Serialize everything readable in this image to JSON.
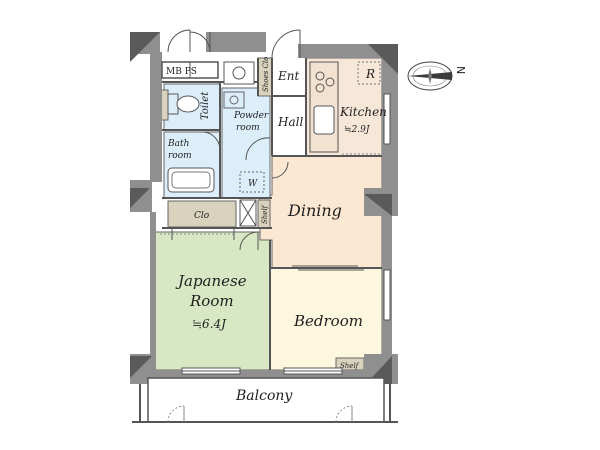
{
  "rooms": {
    "mb_ps": "MB PS",
    "ent": "Ent",
    "shoes_clo": "Shoes Clo",
    "kitchen": "Kitchen",
    "kitchen_area": "≒2.9J",
    "kitchen_r": "R",
    "toilet": "Toilet",
    "powder_room_1": "Powder",
    "powder_room_2": "room",
    "hall": "Hall",
    "bath_room_1": "Bath",
    "bath_room_2": "room",
    "w": "W",
    "dining": "Dining",
    "clo": "Clo",
    "shelf_upper": "Shelf",
    "japanese_room_1": "Japanese",
    "japanese_room_2": "Room",
    "japanese_room_area": "≒6.4J",
    "bedroom": "Bedroom",
    "shelf_lower": "Shelf",
    "balcony": "Balcony"
  },
  "compass": {
    "north_label": "N"
  },
  "colors": {
    "wall": "#8f8f8f",
    "wall_dark": "#5a5a5a",
    "wet_area": "#dceef9",
    "kitchen": "#f6e7d8",
    "dining": "#fbe7d2",
    "japanese_room": "#d9e8c4",
    "bedroom": "#fdf7e0",
    "storage": "#d9d2bd",
    "hall": "#ffffff"
  }
}
